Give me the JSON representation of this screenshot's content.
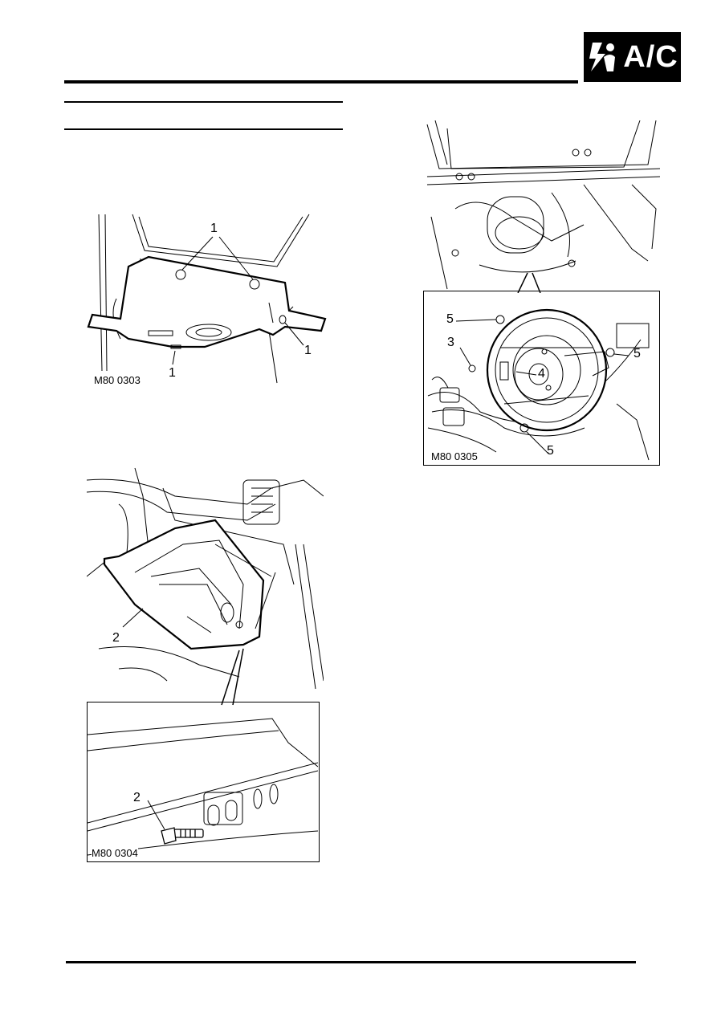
{
  "header": {
    "section_badge": "A/C",
    "badge_icon": "airbag-spark-icon"
  },
  "figures": [
    {
      "caption": "M80 0303",
      "callouts": [
        "1",
        "1",
        "1"
      ]
    },
    {
      "caption": "M80 0304",
      "callouts": [
        "2",
        "2"
      ]
    },
    {
      "caption": "M80 0305",
      "callouts": [
        "5",
        "3",
        "4",
        "5",
        "5"
      ]
    }
  ]
}
